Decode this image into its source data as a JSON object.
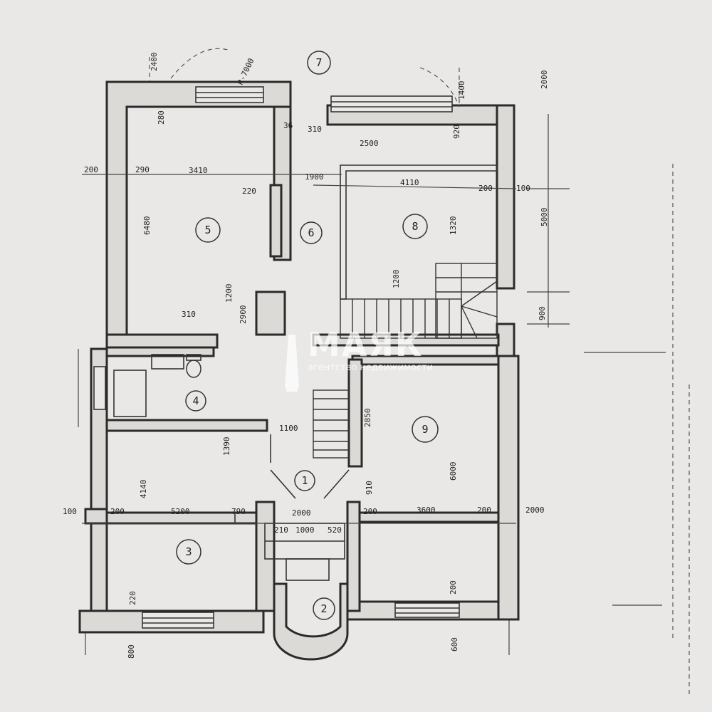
{
  "plan": {
    "rooms": [
      {
        "id": "r1",
        "label": "1"
      },
      {
        "id": "r2",
        "label": "2"
      },
      {
        "id": "r3",
        "label": "3"
      },
      {
        "id": "r4",
        "label": "4"
      },
      {
        "id": "r5",
        "label": "5"
      },
      {
        "id": "r6",
        "label": "6"
      },
      {
        "id": "r7",
        "label": "7"
      },
      {
        "id": "r8",
        "label": "8"
      },
      {
        "id": "r9",
        "label": "9"
      }
    ],
    "dimensions": {
      "d200_tl": "200",
      "d290": "290",
      "d3410": "3410",
      "d1900": "1900",
      "d4110": "4110",
      "d200_r": "200",
      "d100_r": "100",
      "d5000": "5000",
      "d2500": "2500",
      "d310_top": "310",
      "d36": "36",
      "d6480": "6480",
      "d220": "220",
      "d1320": "1320",
      "d1200": "1200",
      "d900": "900",
      "d310_mid": "310",
      "d2900": "2900",
      "d1200_small": "1200",
      "d1390": "1390",
      "d1100": "1100",
      "d2850": "2850",
      "d6000": "6000",
      "d4140": "4140",
      "d100_l": "100",
      "d200_l": "200",
      "d5200": "5200",
      "d790": "790",
      "d2000": "2000",
      "d210": "210",
      "d1000": "1000",
      "d520": "520",
      "d3600": "3600",
      "d200_b": "200",
      "d200_rb": "200",
      "d910": "910",
      "d200_bot": "200",
      "d600": "600",
      "d800": "800",
      "d1000_r7": "R-7000",
      "d1400": "1400",
      "d2400": "2400",
      "d280": "280",
      "d920": "920",
      "d2000_tr": "2000"
    },
    "watermark": {
      "title": "МАЯК",
      "subtitle": "агентство недвижимости"
    }
  }
}
